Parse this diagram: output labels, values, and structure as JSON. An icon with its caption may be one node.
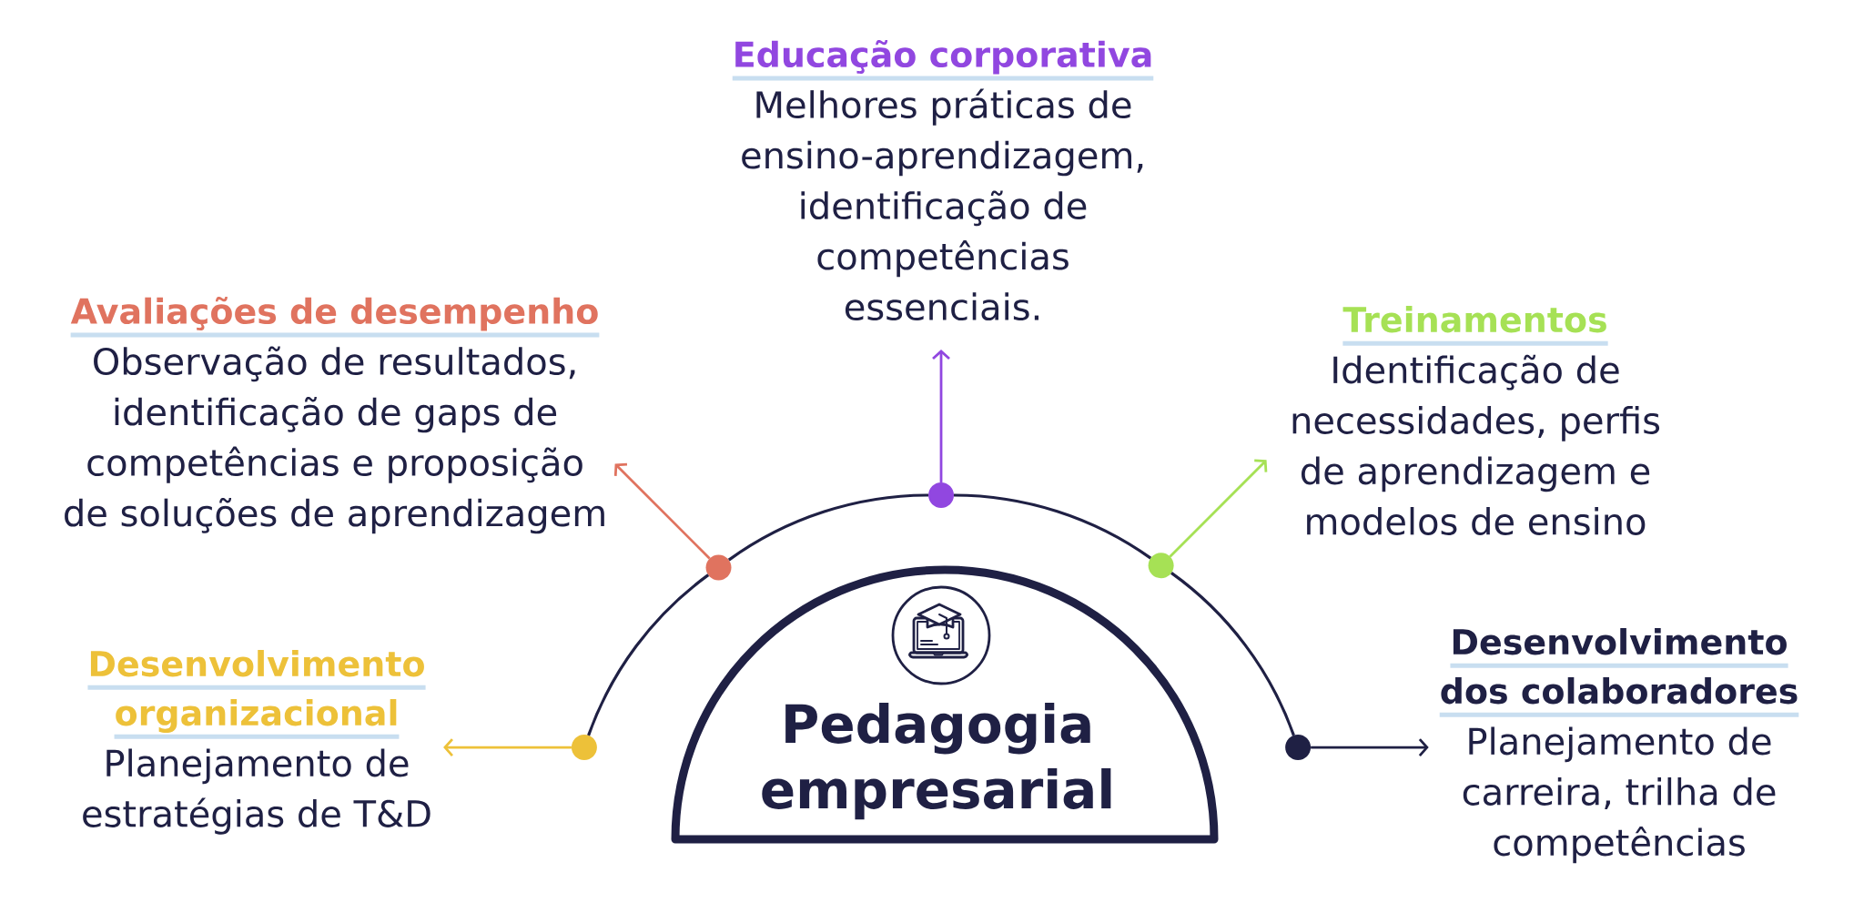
{
  "diagram": {
    "nodes": [
      {
        "text": [
          "Educação corporativa",
          "Melhores práticas de ensino-aprendizagem, identificação de competências essenciais."
        ]
      },
      {
        "text": [
          "Avaliações de desempenho",
          "Observação de resultados, identificação de gaps de competências e proposição de soluções de aprendizagem"
        ]
      },
      {
        "text": [
          "Treinamentos",
          "Identificação de necessidades, perfis de aprendizagem e modelos de ensino"
        ]
      },
      {
        "text": [
          "Desenvolvimento organizacional",
          "Planejamento de estratégias de T&D"
        ]
      },
      {
        "text": [
          "Desenvolvimento dos colaboradores",
          "Planejamento de carreira, trilha de competências"
        ]
      },
      {
        "text": [
          "Pedagogia empresarial"
        ]
      },
      {
        "text": [],
        "shape": "circle"
      },
      {
        "text": [],
        "shape": "circle"
      },
      {
        "text": [],
        "shape": "circle"
      },
      {
        "text": [],
        "shape": "circle"
      },
      {
        "text": [],
        "shape": "circle"
      }
    ],
    "edges": [
      {
        "from": 8,
        "to": 0,
        "arrow": "to",
        "color": "#9147e0"
      },
      {
        "from": 7,
        "to": 1,
        "arrow": "to",
        "color": "#e0735f"
      },
      {
        "from": 9,
        "to": 2,
        "arrow": "to",
        "color": "#a6e155"
      },
      {
        "from": 6,
        "to": 3,
        "arrow": "to",
        "color": "#edc139"
      },
      {
        "from": 10,
        "to": 4,
        "arrow": "to"
      },
      {
        "from": 6,
        "to": 7,
        "arrow": "none"
      },
      {
        "from": 7,
        "to": 8,
        "arrow": "none"
      },
      {
        "from": 8,
        "to": 9,
        "arrow": "none"
      },
      {
        "from": 9,
        "to": 10,
        "arrow": "none"
      }
    ]
  }
}
